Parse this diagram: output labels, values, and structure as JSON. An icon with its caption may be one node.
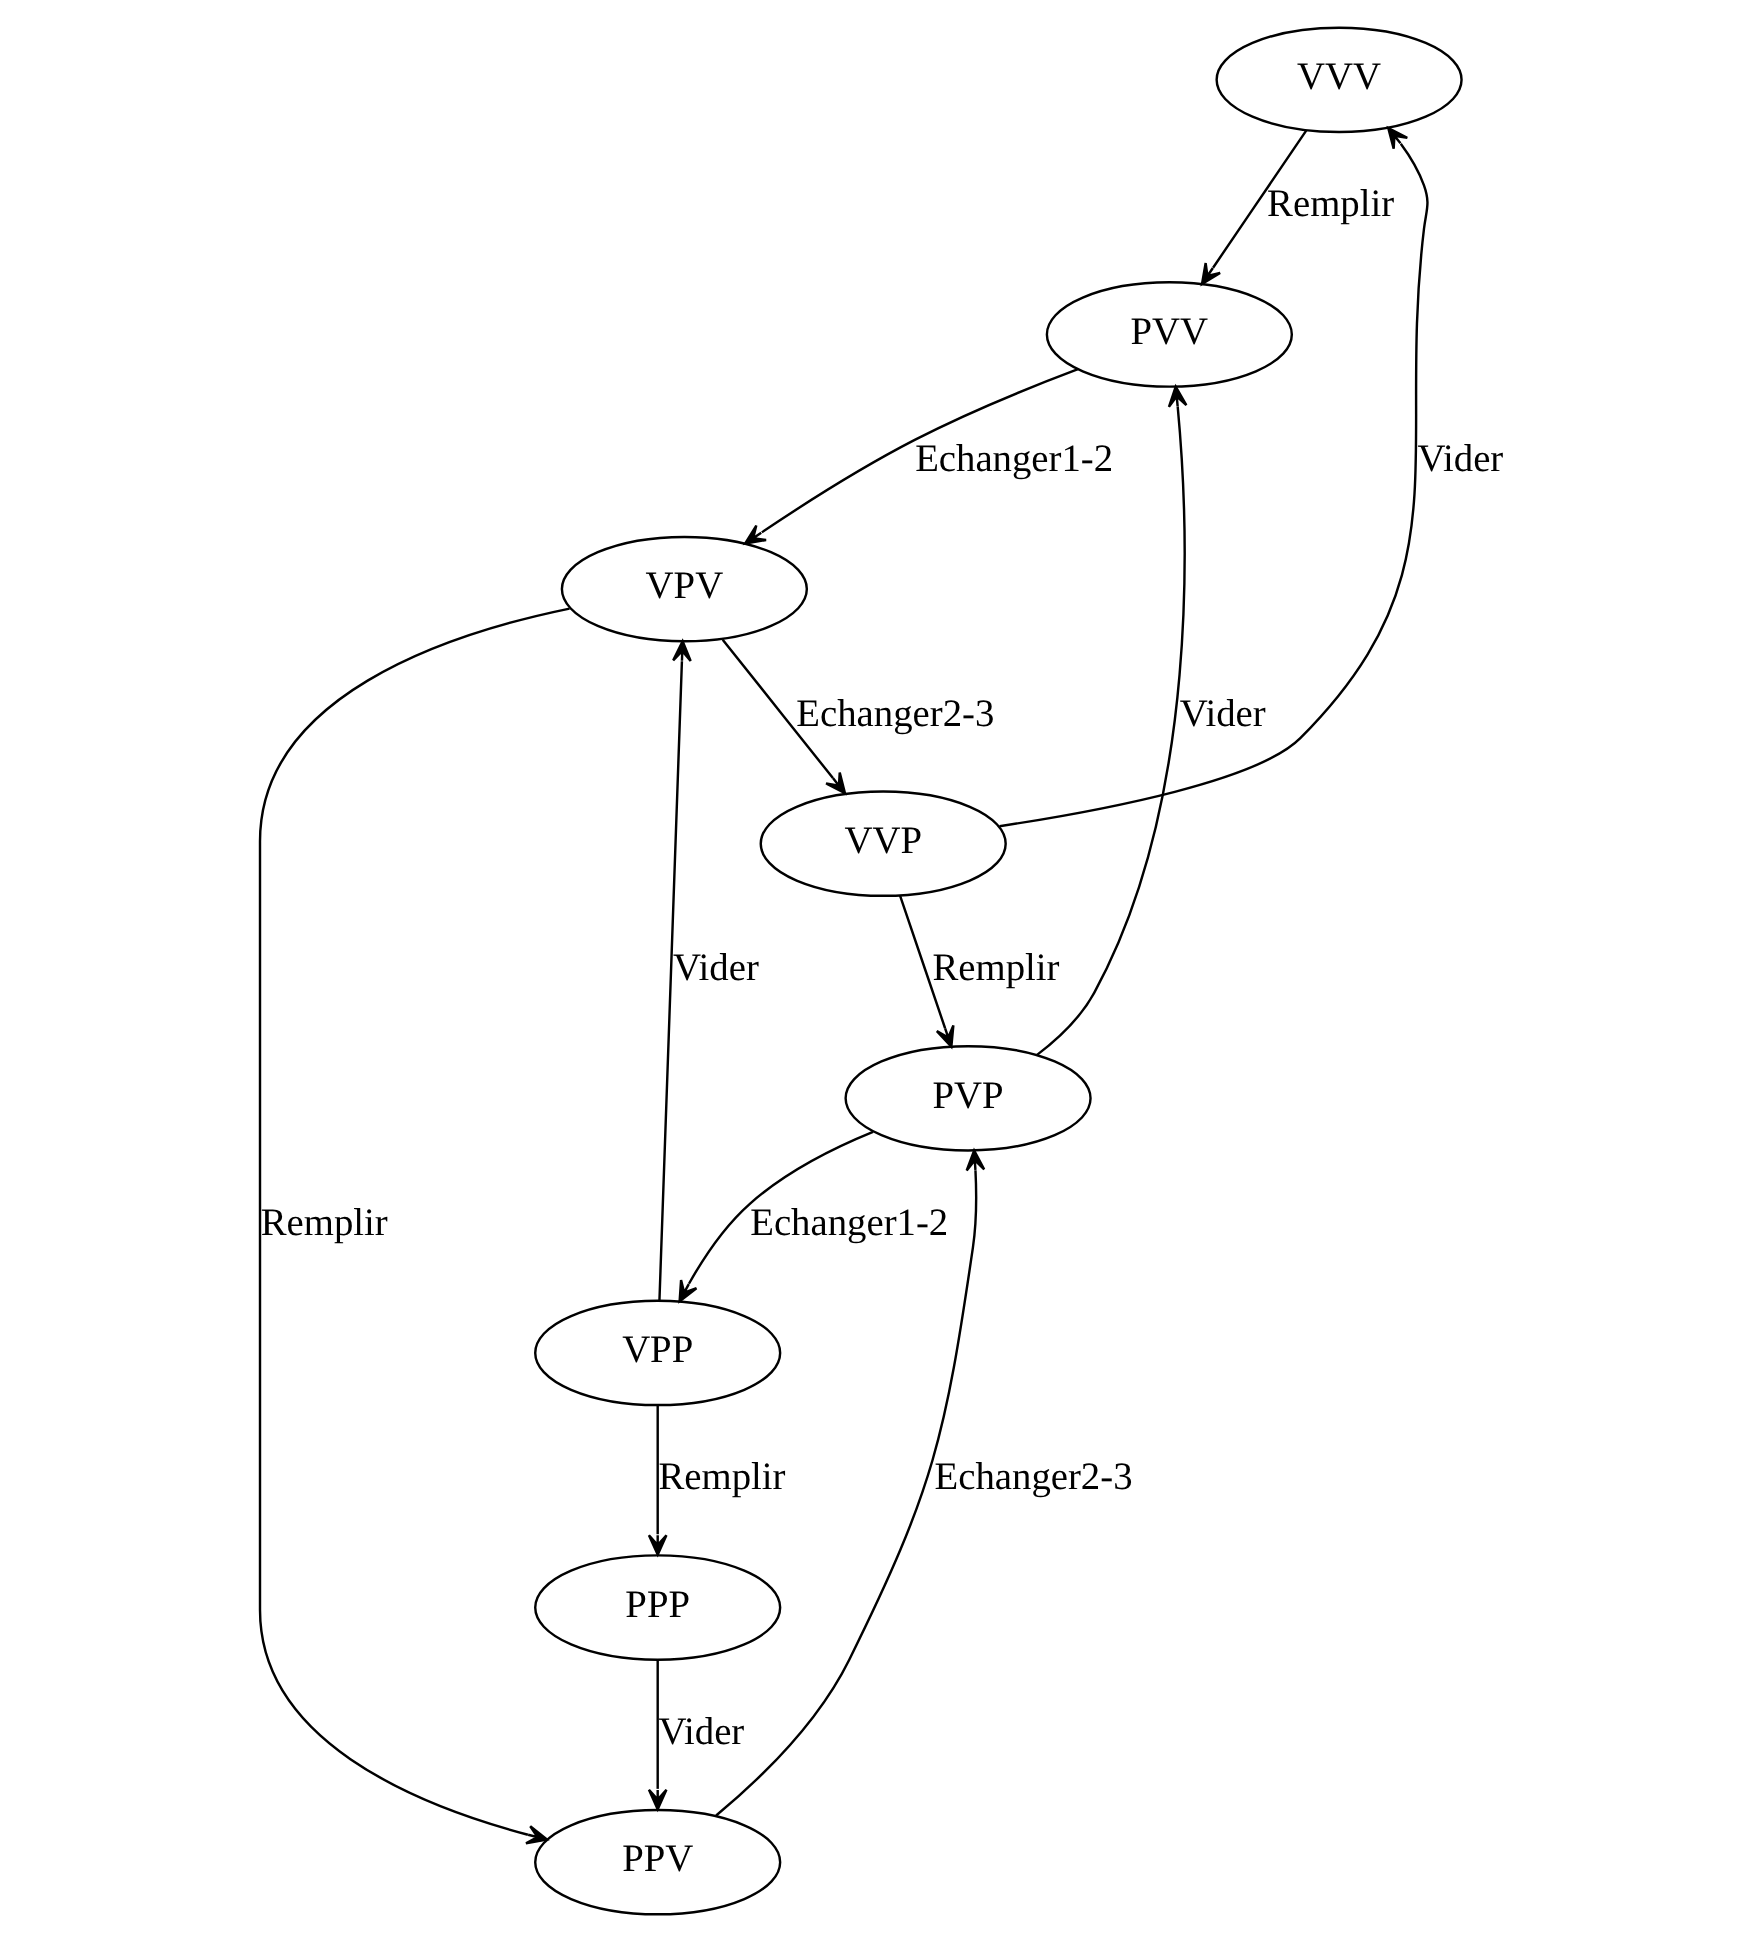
{
  "diagram": {
    "nodes": [
      {
        "text": [
          "VVV"
        ]
      },
      {
        "text": [
          "PVV"
        ]
      },
      {
        "text": [
          "VVP"
        ]
      },
      {
        "text": [
          "VPV"
        ]
      },
      {
        "text": [
          "PPV"
        ]
      },
      {
        "text": [
          "VPP"
        ]
      },
      {
        "text": [
          "PPP"
        ]
      },
      {
        "text": [
          "PVP"
        ]
      }
    ],
    "edges": [
      {
        "from": 0,
        "to": 1,
        "arrow": "to",
        "label": "Remplir"
      },
      {
        "from": 1,
        "to": 3,
        "arrow": "to",
        "label": "Echanger1-2"
      },
      {
        "from": 2,
        "to": 0,
        "arrow": "to",
        "label": "Vider"
      },
      {
        "from": 3,
        "to": 2,
        "arrow": "to",
        "label": "Echanger2-3"
      },
      {
        "from": 3,
        "to": 4,
        "arrow": "to",
        "label": "Remplir"
      },
      {
        "from": 5,
        "to": 3,
        "arrow": "to",
        "label": "Vider"
      },
      {
        "from": 5,
        "to": 6,
        "arrow": "to",
        "label": "Remplir"
      },
      {
        "from": 6,
        "to": 4,
        "arrow": "to",
        "label": "Vider"
      },
      {
        "from": 4,
        "to": 7,
        "arrow": "to",
        "label": "Echanger2-3"
      },
      {
        "from": 7,
        "to": 5,
        "arrow": "to",
        "label": "Echanger1-2"
      },
      {
        "from": 2,
        "to": 7,
        "arrow": "to",
        "label": "Remplir"
      },
      {
        "from": 7,
        "to": 1,
        "arrow": "to",
        "label": "Vider"
      }
    ]
  }
}
